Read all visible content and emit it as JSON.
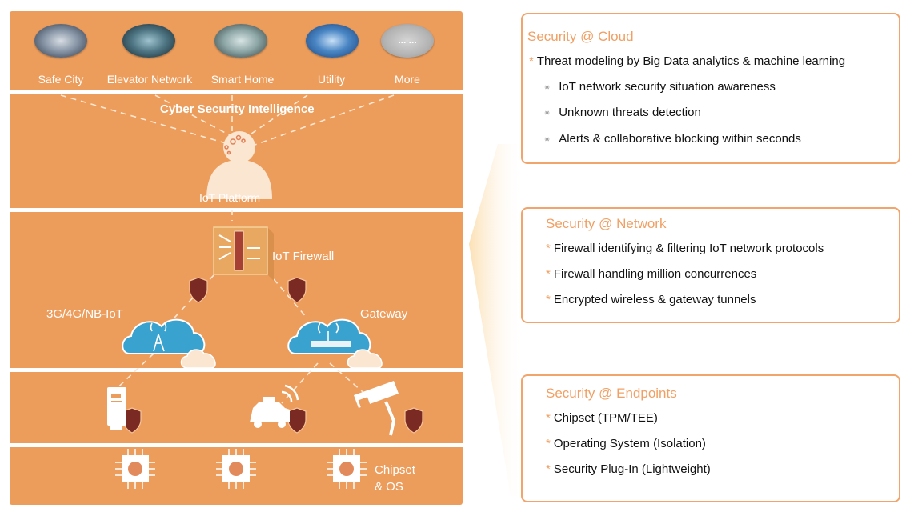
{
  "diagram": {
    "applications": [
      {
        "label": "Safe City",
        "icon": "safe-city-image"
      },
      {
        "label": "Elevator Network",
        "icon": "elevator-network-image"
      },
      {
        "label": "Smart Home",
        "icon": "smart-home-image"
      },
      {
        "label": "Utility",
        "icon": "utility-image"
      },
      {
        "label": "More",
        "icon": "more-placeholder",
        "placeholder_text": "... ..."
      }
    ],
    "cloud_layer": {
      "intelligence_label": "Cyber Security Intelligence",
      "platform_label": "IoT Platform"
    },
    "network_layer": {
      "firewall_label": "IoT Firewall",
      "wireless_label": "3G/4G/NB-IoT",
      "gateway_label": "Gateway"
    },
    "endpoint_layer": {
      "devices": [
        "meter-device",
        "connected-car",
        "surveillance-camera"
      ]
    },
    "chipset_layer": {
      "label_line1": "Chipset",
      "label_line2": "& OS"
    },
    "colors": {
      "panel": "#ec9d5c",
      "shield": "#7a2a22",
      "cloud": "#3aa2cf",
      "accent": "#f0a064"
    }
  },
  "cards": {
    "cloud": {
      "title": "Security @ Cloud",
      "main_item": "Threat modeling by Big Data analytics & machine learning",
      "sub_items": [
        "IoT network security situation awareness",
        "Unknown threats detection",
        "Alerts & collaborative blocking within seconds"
      ]
    },
    "network": {
      "title": "Security @ Network",
      "items": [
        "Firewall identifying & filtering IoT network protocols",
        "Firewall handling million concurrences",
        "Encrypted wireless & gateway tunnels"
      ]
    },
    "endpoints": {
      "title": "Security @ Endpoints",
      "items": [
        "Chipset (TPM/TEE)",
        "Operating System (Isolation)",
        "Security Plug-In (Lightweight)"
      ]
    }
  }
}
